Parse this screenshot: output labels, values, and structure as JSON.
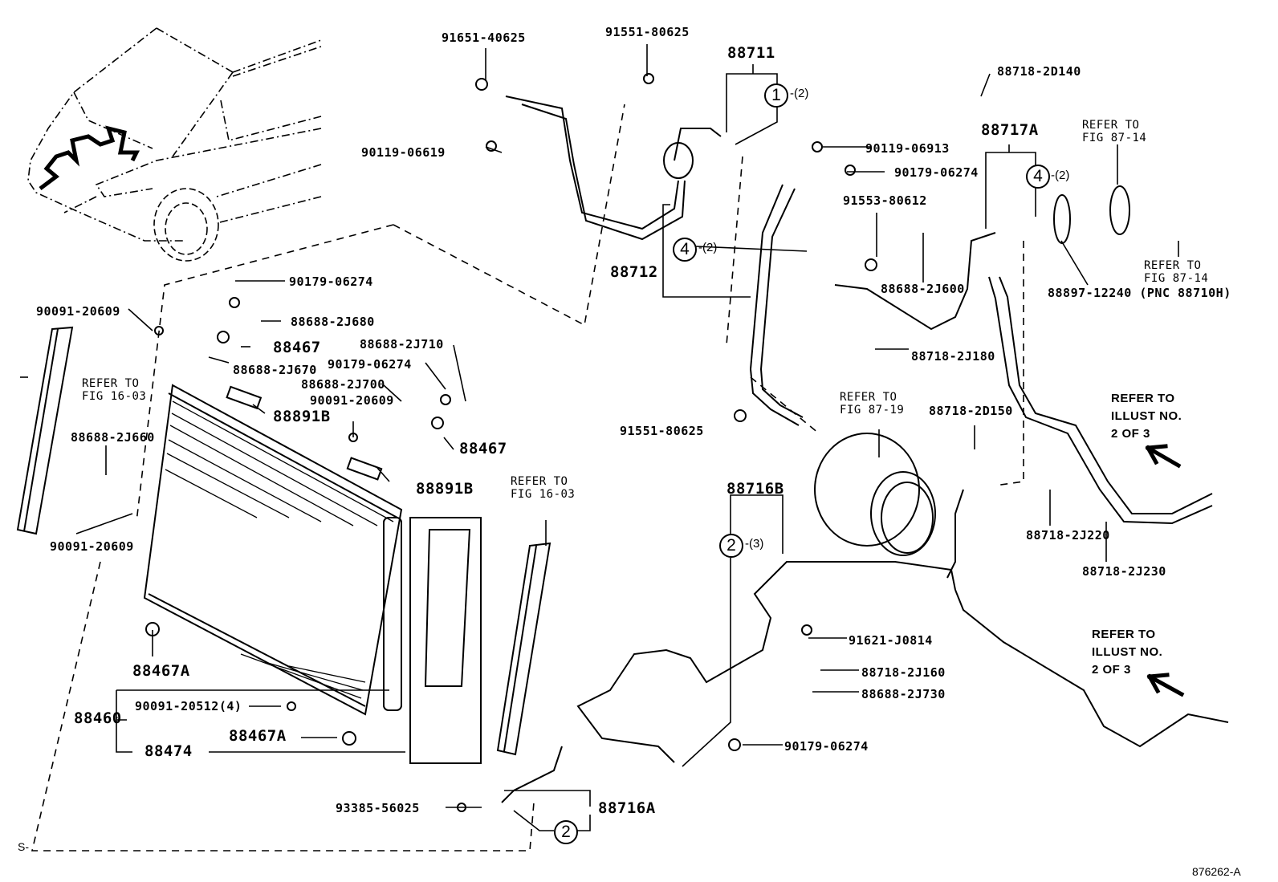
{
  "diagram": {
    "title": "A/C condenser, compressor and refrigerant piping exploded parts diagram",
    "illustration_id": "876262-A",
    "marker": "S-",
    "part_labels": {
      "p91651_40625": "91651-40625",
      "p91551_80625_top": "91551-80625",
      "p88711": "88711",
      "p90119_06619": "90119-06619",
      "p88718_2D140": "88718-2D140",
      "p88717A": "88717A",
      "p90119_06913": "90119-06913",
      "p90179_06274_a": "90179-06274",
      "p91553_80612": "91553-80612",
      "p88712": "88712",
      "p88688_2J600": "88688-2J600",
      "p88897_12240": "88897-12240 (PNC 88710H)",
      "p88718_2J180": "88718-2J180",
      "p90179_06274_b": "90179-06274",
      "p88688_2J680": "88688-2J680",
      "p88467_a": "88467",
      "p88688_2J670": "88688-2J670",
      "p90091_20609_a": "90091-20609",
      "p88688_2J710": "88688-2J710",
      "p90179_06274_c": "90179-06274",
      "p88688_2J700": "88688-2J700",
      "p90091_20609_b": "90091-20609",
      "p88891B_a": "88891B",
      "p88467_b": "88467",
      "p88891B_b": "88891B",
      "p88688_2J660": "88688-2J660",
      "p90091_20609_c": "90091-20609",
      "p91551_80625_mid": "91551-80625",
      "p88718_2D150": "88718-2D150",
      "p88718_2J220": "88718-2J220",
      "p88718_2J230": "88718-2J230",
      "p88716B": "88716B",
      "p91621_J0814": "91621-J0814",
      "p88718_2J160": "88718-2J160",
      "p88688_2J730": "88688-2J730",
      "p90179_06274_d": "90179-06274",
      "p88467A_a": "88467A",
      "p88460": "88460",
      "p90091_20512": "90091-20512(4)",
      "p88467A_b": "88467A",
      "p88474": "88474",
      "p93385_56025": "93385-56025",
      "p88716A": "88716A"
    },
    "references": {
      "fig_16_03_left": "REFER TO\nFIG 16-03",
      "fig_16_03_right": "REFER TO\nFIG 16-03",
      "fig_87_14_top": "REFER TO\nFIG 87-14",
      "fig_87_14_bottom": "REFER TO\nFIG 87-14",
      "fig_87_19": "REFER TO\nFIG 87-19",
      "illust_upper": "REFER TO\nILLUST NO.\n2 OF 3",
      "illust_lower": "REFER TO\nILLUST NO.\n2 OF 3"
    },
    "callouts": [
      {
        "number": "1",
        "qty": "-(2)"
      },
      {
        "number": "4",
        "qty": "-(2)"
      },
      {
        "number": "4",
        "qty": "-(2)"
      },
      {
        "number": "2",
        "qty": "-(3)"
      },
      {
        "number": "2",
        "qty": ""
      }
    ]
  }
}
